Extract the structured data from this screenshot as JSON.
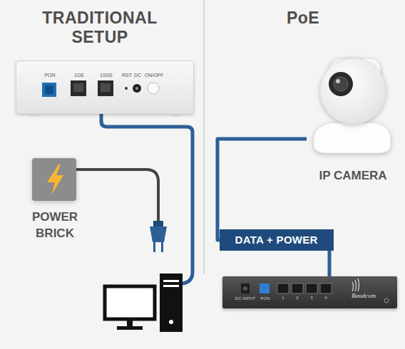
{
  "diagram": {
    "nodes": [
      {
        "text": [
          "PON",
          "1GE",
          "10GE",
          "RST",
          "DC",
          "ON/OFF"
        ]
      },
      {
        "text": [
          "POWER BRICK"
        ]
      },
      {
        "text": [
          "IP CAMERA"
        ]
      },
      {
        "text": [
          "DC INPUT",
          "PON",
          "1",
          "2",
          "3",
          "4",
          "Baudcom"
        ]
      }
    ],
    "edges": [
      {
        "from": 2,
        "to": 3,
        "label": "DATA + POWER",
        "arrow": "none"
      }
    ],
    "labels": [
      "TRADITIONAL SETUP",
      "PoE"
    ]
  }
}
